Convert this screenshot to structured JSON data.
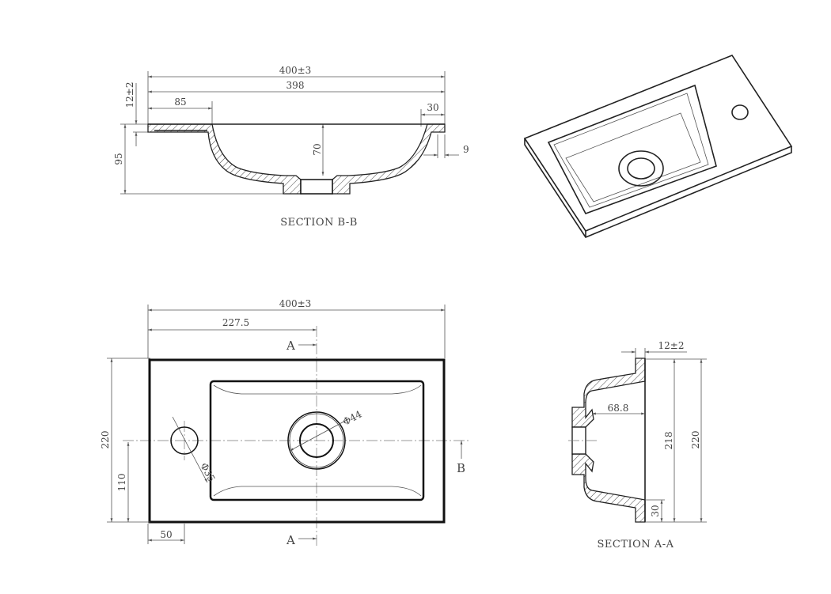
{
  "section_bb": {
    "title": "SECTION B-B",
    "dim_overall": "400±3",
    "dim_inner": "398",
    "dim_left": "85",
    "dim_right": "30",
    "dim_thickness": "12±2",
    "dim_height": "95",
    "dim_depth": "70",
    "dim_small": "9"
  },
  "plan_view": {
    "dim_overall": "400±3",
    "dim_drain_offset": "227.5",
    "dim_height": "220",
    "dim_half_height": "110",
    "dim_tap_offset": "50",
    "dim_drain_dia": "Φ44",
    "dim_tap_dia": "Φ35",
    "section_a_top": "A",
    "section_a_bottom": "A",
    "section_b": "B"
  },
  "section_aa": {
    "title": "SECTION A-A",
    "dim_thickness": "12±2",
    "dim_depth": "68.8",
    "dim_inner": "218",
    "dim_overall": "220",
    "dim_bottom": "30"
  },
  "colors": {
    "line": "#111111",
    "dimension": "#555555"
  }
}
